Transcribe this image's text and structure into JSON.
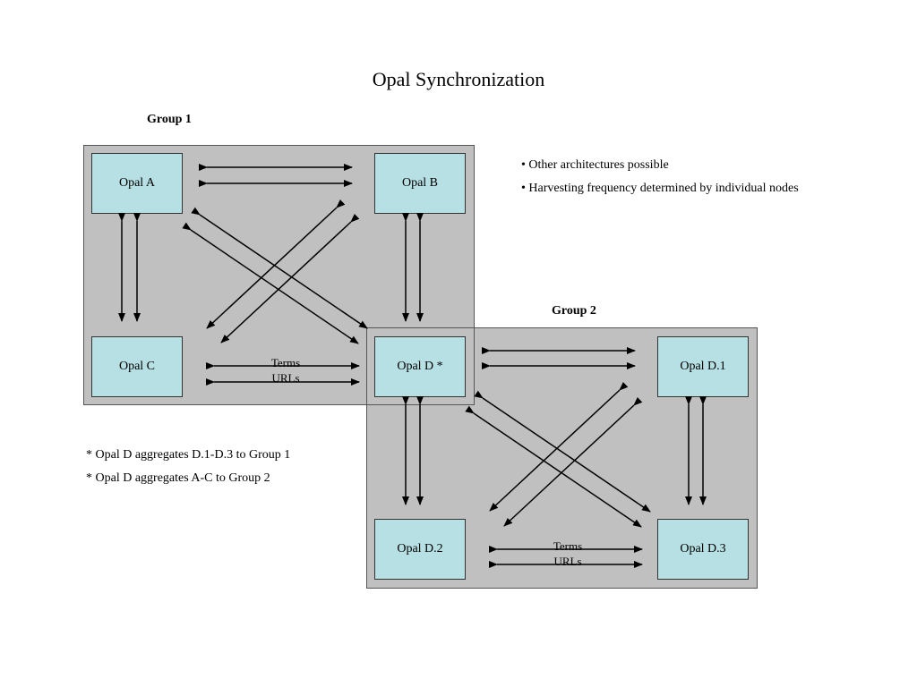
{
  "title": "Opal Synchronization",
  "group1": {
    "label": "Group 1"
  },
  "group2": {
    "label": "Group 2"
  },
  "nodes": {
    "a": "Opal A",
    "b": "Opal B",
    "c": "Opal C",
    "d": "Opal D *",
    "d1": "Opal D.1",
    "d2": "Opal D.2",
    "d3": "Opal D.3"
  },
  "link_labels": {
    "g1_terms": "Terms",
    "g1_urls": "URLs",
    "g2_terms": "Terms",
    "g2_urls": "URLs"
  },
  "bullets": [
    "• Other architectures possible",
    "• Harvesting frequency determined by individual nodes"
  ],
  "footnotes": [
    "* Opal D aggregates D.1-D.3 to Group 1",
    "* Opal D aggregates A-C to Group 2"
  ]
}
